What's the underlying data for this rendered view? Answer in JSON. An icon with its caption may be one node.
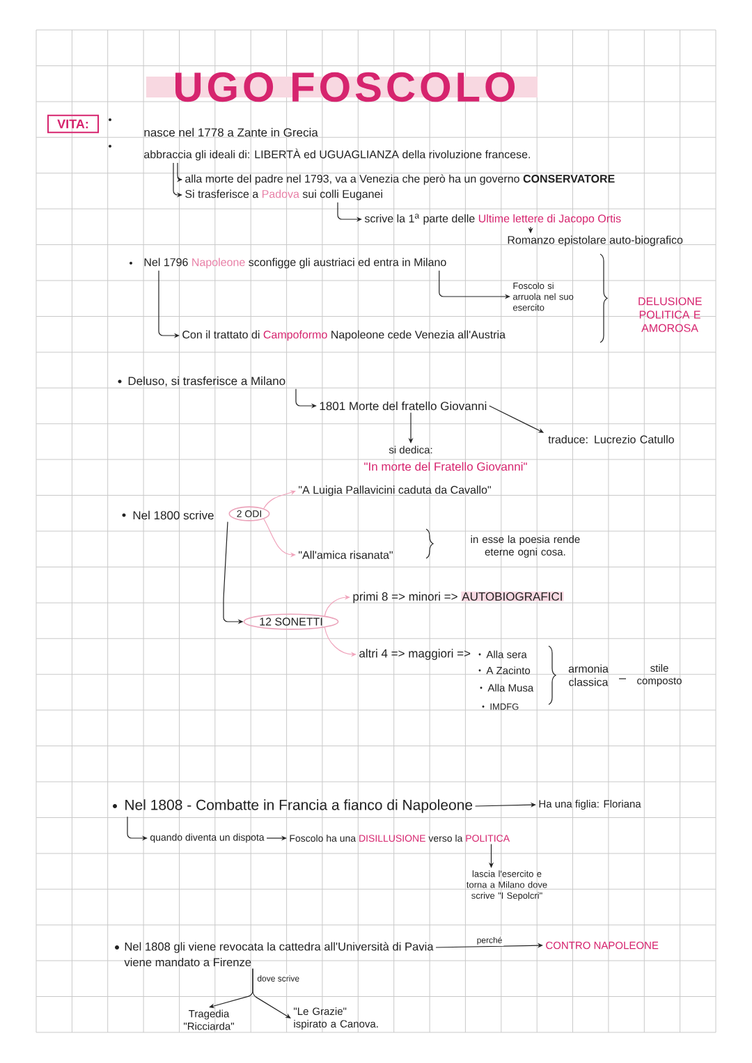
{
  "diagram": {
    "title": "UGO FOSCOLO",
    "nodes": [
      {
        "text": [
          "VITA:"
        ]
      },
      {
        "text": [
          "abbraccia gli ideali di: LIBERTÀ ed UGUAGLIANZA della rivoluzione francese."
        ]
      },
      {
        "text": [
          "alla morte del padre nel 1793, va a Venezia che però ha un governo",
          "CONSERVATORE"
        ]
      },
      {
        "text": [
          "Si trasferisce a",
          "Padova",
          "sui colli Euganei"
        ]
      },
      {
        "text": [
          "scrive la 1$^{a}$ parte delle",
          "Ultime lettere di Jacopo Ortis"
        ]
      },
      {
        "text": [
          "Romanzo epistolare auto-biografico"
        ]
      },
      {
        "text": [
          "Nel 1796",
          "Napoleone",
          "sconfigge gli austriaci ed entra in Milano"
        ]
      },
      {
        "text": [
          "Foscolo si arruola nel suo esercito"
        ]
      },
      {
        "text": [
          "Con il trattato di",
          "Campoformo",
          "Napoleone cede Venezia all'Austria"
        ]
      },
      {
        "text": [
          "Deluso, si trasferisce a Milano"
        ]
      },
      {
        "text": [
          "1801 Morte del fratello Giovanni"
        ]
      },
      {
        "text": [
          "si dedica:"
        ]
      },
      {
        "text": [
          "\"In morte del Fratello Giovanni\""
        ]
      },
      {
        "text": [
          "traduce: Lucrezio Catullo"
        ]
      },
      {
        "text": [
          "Nel 1800 scrive"
        ]
      },
      {
        "text": [
          "2 ODI"
        ]
      },
      {
        "text": [
          "\"A Luigia Pallavicini caduta da Cavallo\""
        ]
      },
      {
        "text": [
          "\"All'amica risanata\""
        ]
      },
      {
        "text": [
          "12 SONETTI"
        ]
      },
      {
        "text": [
          "primi 8 => minori =>",
          "AUTOBIOGRAFICI"
        ]
      },
      {
        "text": [
          "altri 4 => maggiori =>"
        ]
      },
      {
        "text": [
          "Nel 1808 - Combatte in Francia a fianco di Napoleone"
        ]
      },
      {
        "text": [
          "Ha una figlia: Floriana"
        ]
      },
      {
        "text": [
          "quando diventa un dispota"
        ]
      },
      {
        "text": [
          "Foscolo ha una",
          "DISILLUSIONE",
          "verso la",
          "POLITICA"
        ]
      },
      {
        "text": [
          "lascia l'esercito e torna a Milano dove scrive \"I Sepolcri\""
        ]
      },
      {
        "text": [
          "Nel 1808 gli viene revocata la cattedra all'Università di Pavia"
        ]
      },
      {
        "text": [
          "CONTRO NAPOLEONE"
        ]
      },
      {
        "text": [
          "viene mandato a Firenze"
        ]
      },
      {
        "text": [
          "Tragedia \"Ricciarda\""
        ]
      },
      {
        "text": [
          "\"Le Grazie\" ispirato a Canova."
        ]
      }
    ],
    "edges": [
      {
        "from": 1,
        "to": 2,
        "arrow": "to"
      },
      {
        "from": 1,
        "to": 3,
        "arrow": "to"
      },
      {
        "from": 3,
        "to": 4,
        "arrow": "to"
      },
      {
        "from": 4,
        "to": 5,
        "arrow": "to"
      },
      {
        "from": 6,
        "to": 7,
        "arrow": "to"
      },
      {
        "from": 6,
        "to": 8,
        "arrow": "to"
      },
      {
        "from": 9,
        "to": 10,
        "arrow": "to"
      },
      {
        "from": 10,
        "to": 11,
        "arrow": "to"
      },
      {
        "from": 10,
        "to": 13,
        "arrow": "to"
      },
      {
        "from": 14,
        "to": 18,
        "arrow": "to"
      },
      {
        "from": 15,
        "to": 16,
        "arrow": "to",
        "color": "#f0a3bb"
      },
      {
        "from": 15,
        "to": 17,
        "arrow": "to",
        "color": "#f0a3bb"
      },
      {
        "from": 18,
        "to": 19,
        "arrow": "to",
        "color": "#f0a3bb"
      },
      {
        "from": 18,
        "to": 20,
        "arrow": "to",
        "color": "#f0a3bb"
      },
      {
        "from": 21,
        "to": 22,
        "arrow": "to"
      },
      {
        "from": 21,
        "to": 23,
        "arrow": "to"
      },
      {
        "from": 23,
        "to": 24,
        "arrow": "to"
      },
      {
        "from": 24,
        "to": 25,
        "arrow": "to"
      },
      {
        "from": 26,
        "to": 27,
        "arrow": "to",
        "label": "perché"
      },
      {
        "from": 28,
        "to": 29,
        "arrow": "to",
        "label": "dove scrive"
      },
      {
        "from": 28,
        "to": 30,
        "arrow": "to"
      }
    ],
    "labels": [
      "nasce nel 1778 a Zante in Grecia",
      "DELUSIONE POLITICA E AMOROSA",
      "in esse la poesia rende eterne ogni cosa.",
      "Alla sera",
      "A Zacinto",
      "Alla Musa",
      "IMDFG",
      "armonia classica",
      "stile composto"
    ]
  }
}
